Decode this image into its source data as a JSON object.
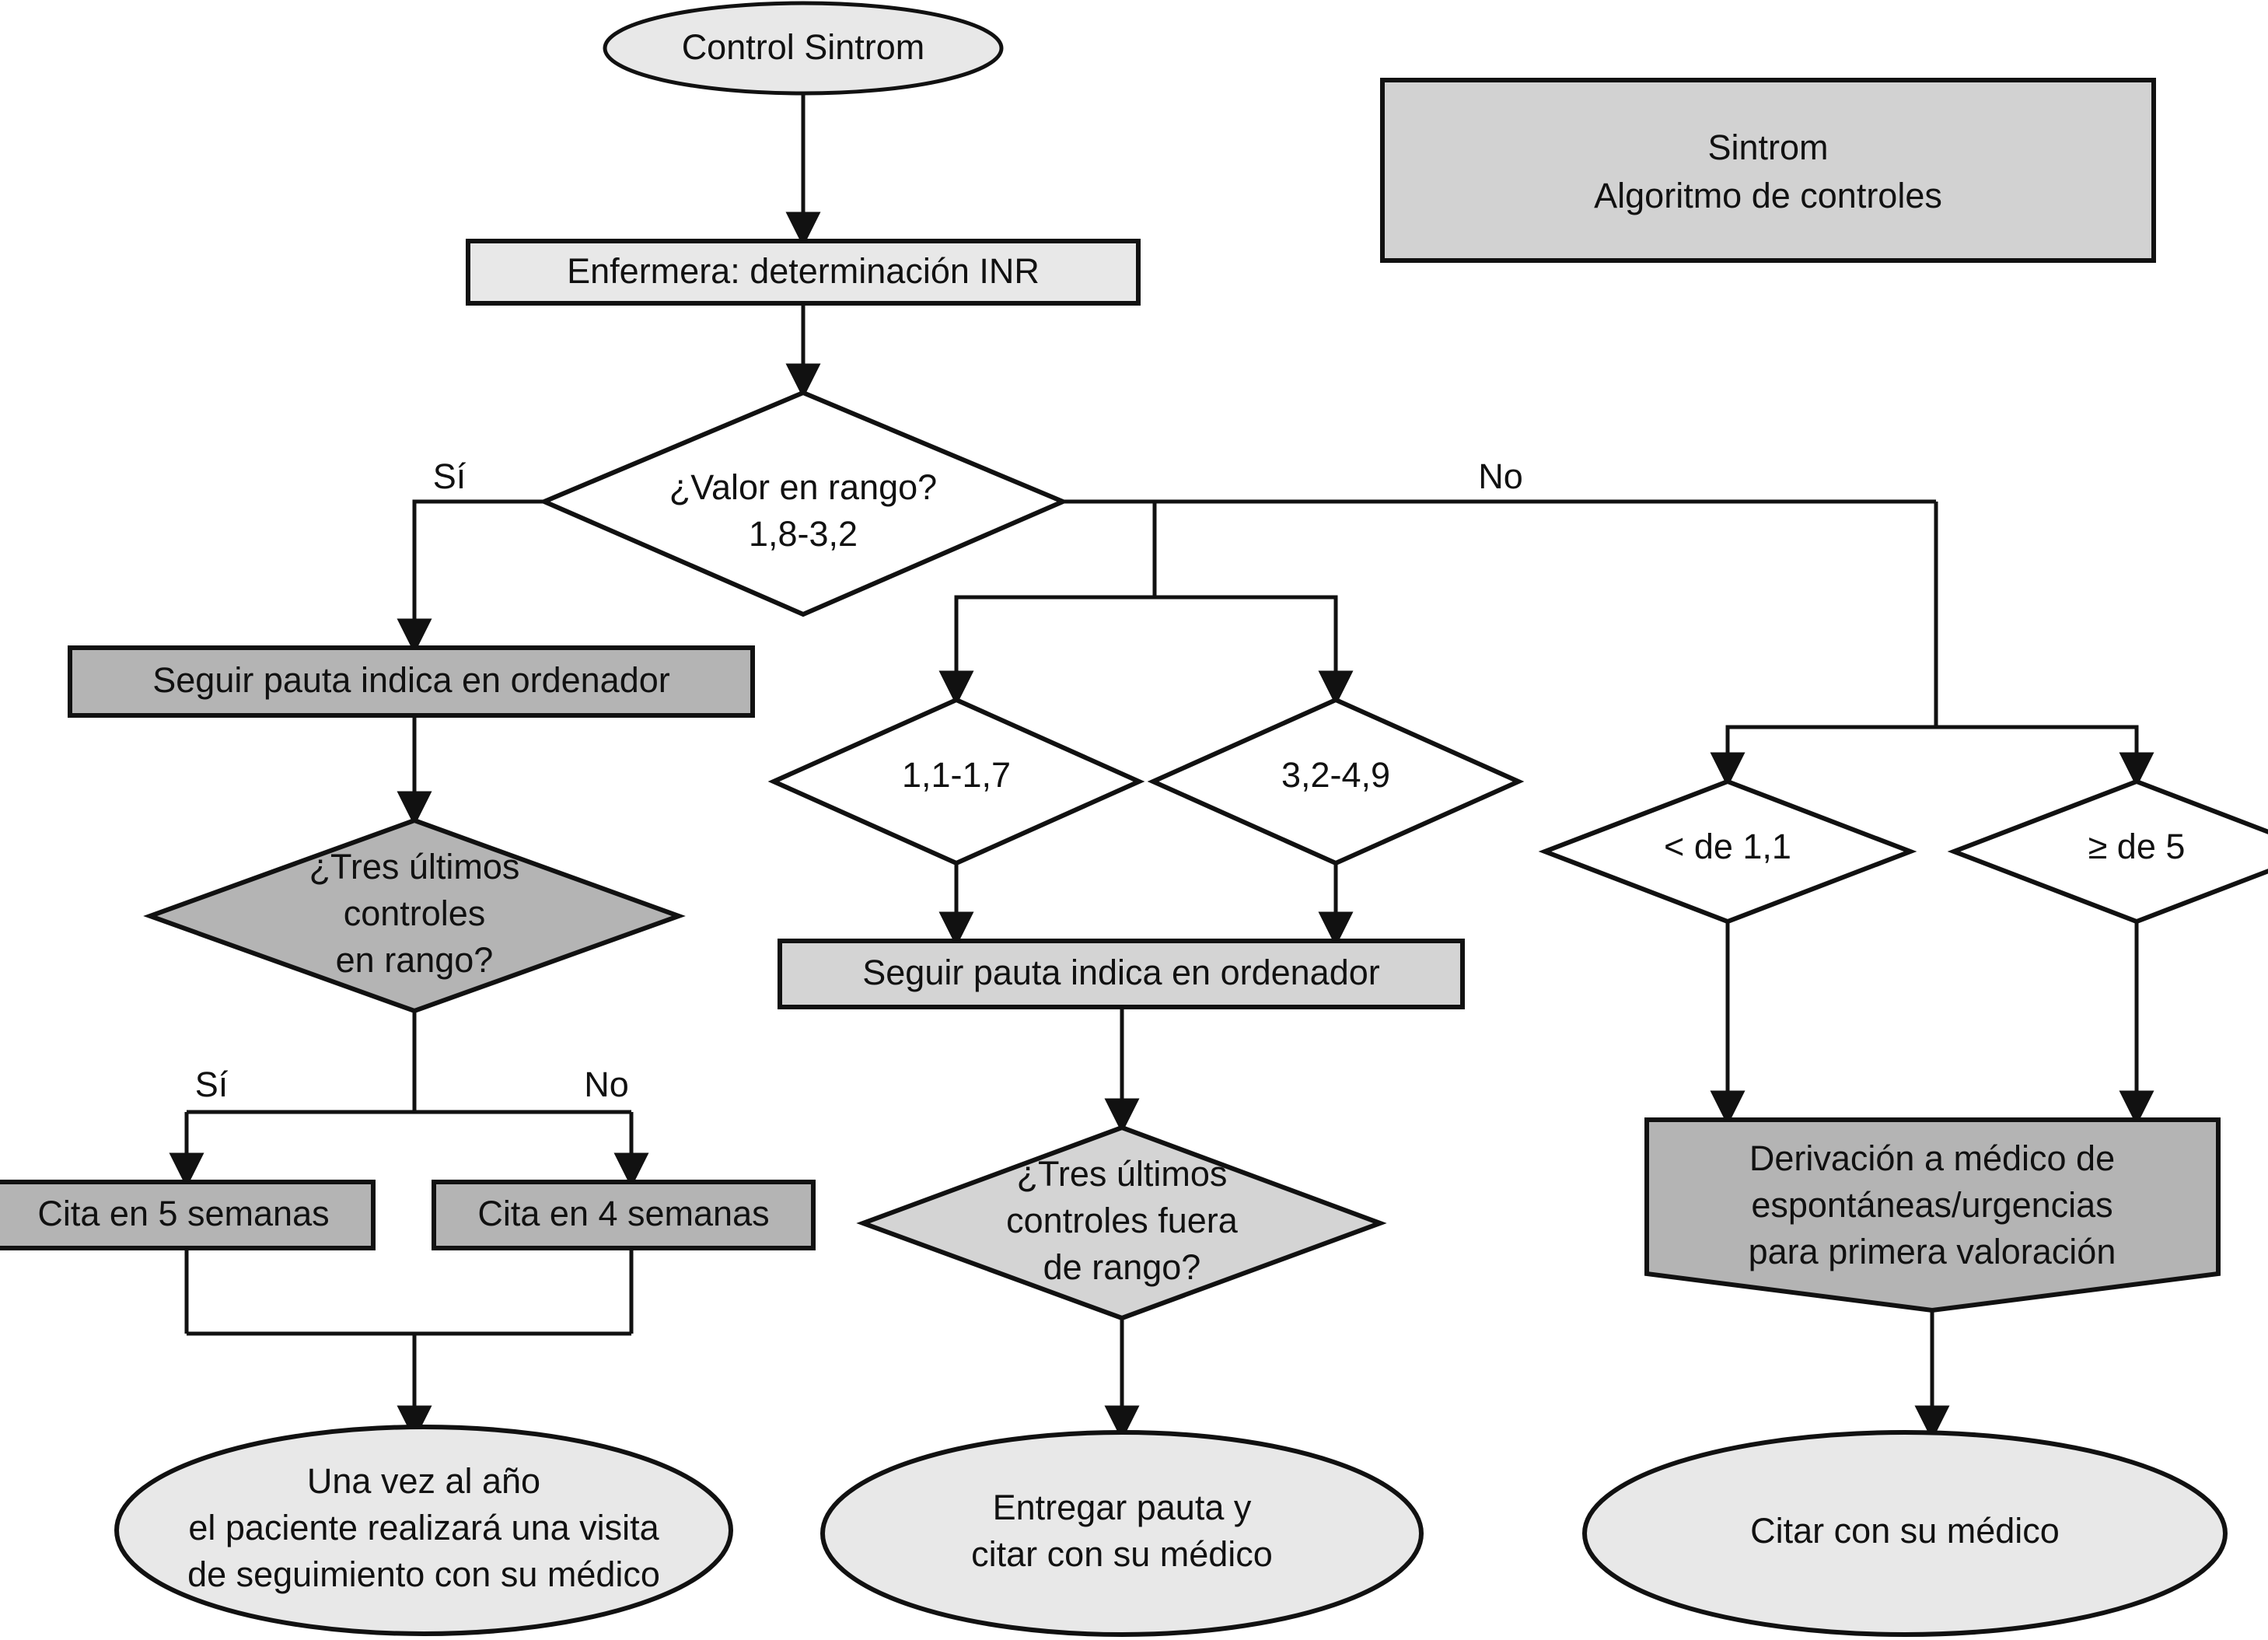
{
  "diagram": {
    "title_box": {
      "line1": "Sintrom",
      "line2": "Algoritmo de controles",
      "fill": "#d2d2d2",
      "stroke": "#111111"
    },
    "colors": {
      "light_gray": "#e8e8e8",
      "mid_gray": "#d4d4d4",
      "dark_gray": "#b4b4b4",
      "stroke": "#111111",
      "white": "#ffffff",
      "text": "#111111"
    },
    "nodes": {
      "start": {
        "label": "Control Sintrom",
        "shape": "ellipse",
        "fill": "#e8e8e8"
      },
      "nurse": {
        "label": "Enfermera: determinación INR",
        "shape": "rect",
        "fill": "#e8e8e8"
      },
      "in_range": {
        "line1": "¿Valor en rango?",
        "line2": "1,8-3,2",
        "shape": "diamond",
        "fill": "#ffffff"
      },
      "follow_left": {
        "label": "Seguir pauta indica en ordenador",
        "shape": "rect",
        "fill": "#b4b4b4"
      },
      "last3_in": {
        "line1": "¿Tres últimos",
        "line2": "controles",
        "line3": "en rango?",
        "shape": "diamond",
        "fill": "#b4b4b4"
      },
      "cita5": {
        "label": "Cita en 5 semanas",
        "shape": "rect",
        "fill": "#b4b4b4"
      },
      "cita4": {
        "label": "Cita en 4 semanas",
        "shape": "rect",
        "fill": "#b4b4b4"
      },
      "yearly": {
        "line1": "Una vez al año",
        "line2": "el paciente realizará una visita",
        "line3": "de seguimiento con su médico",
        "shape": "ellipse",
        "fill": "#e8e8e8"
      },
      "range_low": {
        "label": "1,1-1,7",
        "shape": "diamond",
        "fill": "#ffffff"
      },
      "range_high": {
        "label": "3,2-4,9",
        "shape": "diamond",
        "fill": "#ffffff"
      },
      "follow_mid": {
        "label": "Seguir pauta indica en ordenador",
        "shape": "rect",
        "fill": "#d4d4d4"
      },
      "last3_out": {
        "line1": "¿Tres últimos",
        "line2": "controles fuera",
        "line3": "de rango?",
        "shape": "diamond",
        "fill": "#d4d4d4"
      },
      "deliver": {
        "line1": "Entregar pauta y",
        "line2": "citar con su médico",
        "shape": "ellipse",
        "fill": "#e8e8e8"
      },
      "lt11": {
        "label": "< de 1,1",
        "shape": "diamond",
        "fill": "#ffffff"
      },
      "ge5": {
        "label": "≥ de 5",
        "shape": "diamond",
        "fill": "#ffffff"
      },
      "derivation": {
        "line1": "Derivación a médico de",
        "line2": "espontáneas/urgencias",
        "line3": "para primera valoración",
        "shape": "pentagon",
        "fill": "#b4b4b4"
      },
      "appoint_doctor": {
        "label": "Citar con su médico",
        "shape": "ellipse",
        "fill": "#e8e8e8"
      }
    },
    "edge_labels": {
      "in_range_yes": "Sí",
      "in_range_no": "No",
      "last3_yes": "Sí",
      "last3_no": "No"
    }
  }
}
